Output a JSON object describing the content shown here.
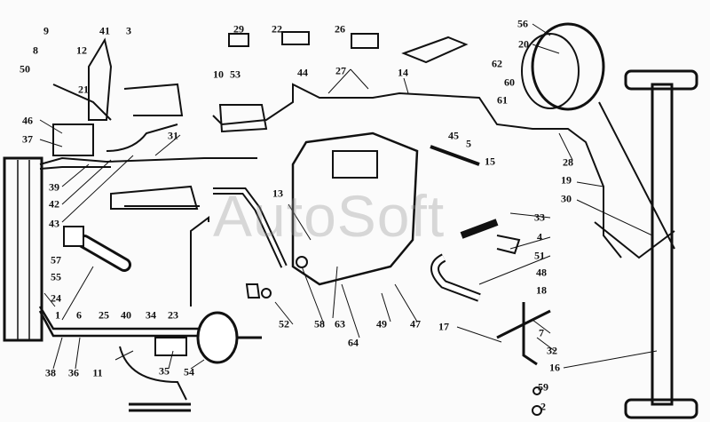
{
  "watermark": "AutoSoft",
  "callouts": [
    "41",
    "3",
    "9",
    "8",
    "50",
    "12",
    "29",
    "22",
    "26",
    "56",
    "20",
    "62",
    "60",
    "61",
    "10",
    "53",
    "44",
    "27",
    "14",
    "21",
    "46",
    "37",
    "31",
    "39",
    "42",
    "43",
    "13",
    "45",
    "5",
    "15",
    "28",
    "19",
    "30",
    "33",
    "4",
    "51",
    "57",
    "55",
    "24",
    "1",
    "6",
    "25",
    "40",
    "34",
    "23",
    "48",
    "18",
    "7",
    "17",
    "32",
    "16",
    "59",
    "2",
    "52",
    "58",
    "63",
    "64",
    "49",
    "47",
    "38",
    "36",
    "11",
    "35",
    "54"
  ]
}
